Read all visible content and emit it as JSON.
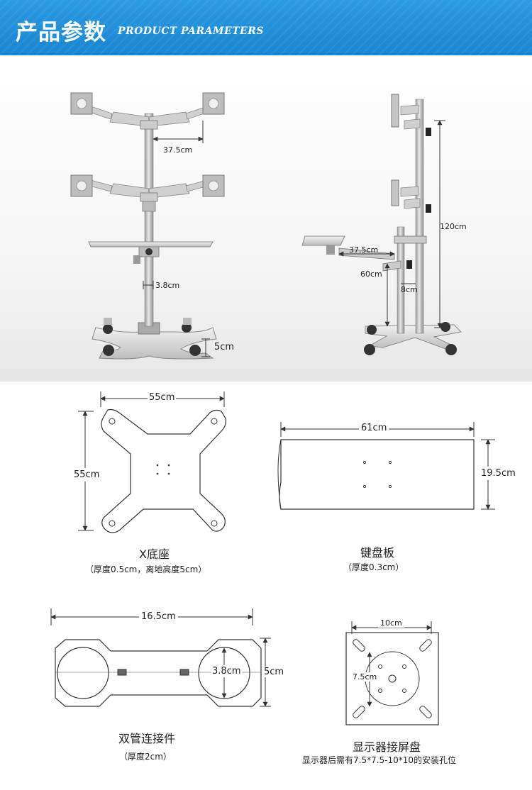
{
  "header": {
    "title_cn": "产品参数",
    "title_en": "PRODUCT PARAMETERS"
  },
  "photo": {
    "front": {
      "arm_length": "37.5cm",
      "pole_diameter": "3.8cm",
      "caster_height": "5cm"
    },
    "side": {
      "arm_length": "37.5cm",
      "height": "120cm",
      "keyboard_height": "60cm",
      "pole_gap": "8cm"
    }
  },
  "x_base": {
    "width": "55cm",
    "height": "55cm",
    "title": "X底座",
    "note": "（厚度0.5cm，离地高度5cm）"
  },
  "keyboard": {
    "width": "61cm",
    "height": "19.5cm",
    "title": "键盘板",
    "note": "（厚度0.3cm）"
  },
  "connector": {
    "length": "16.5cm",
    "inner": "3.8cm",
    "height": "5cm",
    "title": "双管连接件",
    "note": "（厚度2cm）"
  },
  "mount": {
    "width": "10cm",
    "height": "7.5cm",
    "title": "显示器接屏盘",
    "note": "显示器后需有7.5*7.5-10*10的安装孔位"
  },
  "colors": {
    "banner": "#1f8fdb",
    "metal": "#c8c8c8",
    "line": "#333333"
  }
}
